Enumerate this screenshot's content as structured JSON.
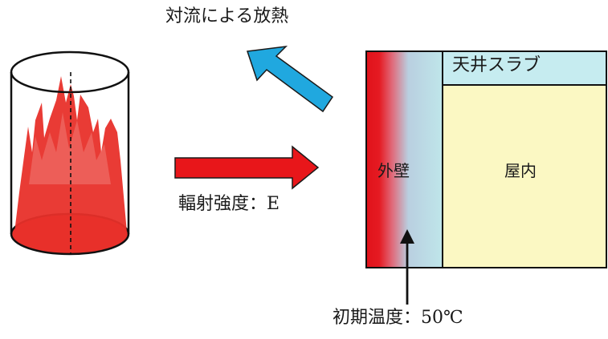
{
  "labels": {
    "convection": "対流による放熱",
    "radiation": "輻射強度：E",
    "initial_temperature": "初期温度：50℃",
    "ceiling_slab": "天井スラブ",
    "outer_wall": "外壁",
    "indoor": "屋内"
  },
  "colors": {
    "flame": "#e8302a",
    "flame_light": "#f07b75",
    "radiation_arrow": "#e8161a",
    "convection_arrow": "#20a8df",
    "wall_hot": "#e0121a",
    "wall_cool": "#bfe6ea",
    "ceiling_slab": "#c6ecf0",
    "indoor": "#fbf8c3",
    "outline": "#111111"
  }
}
